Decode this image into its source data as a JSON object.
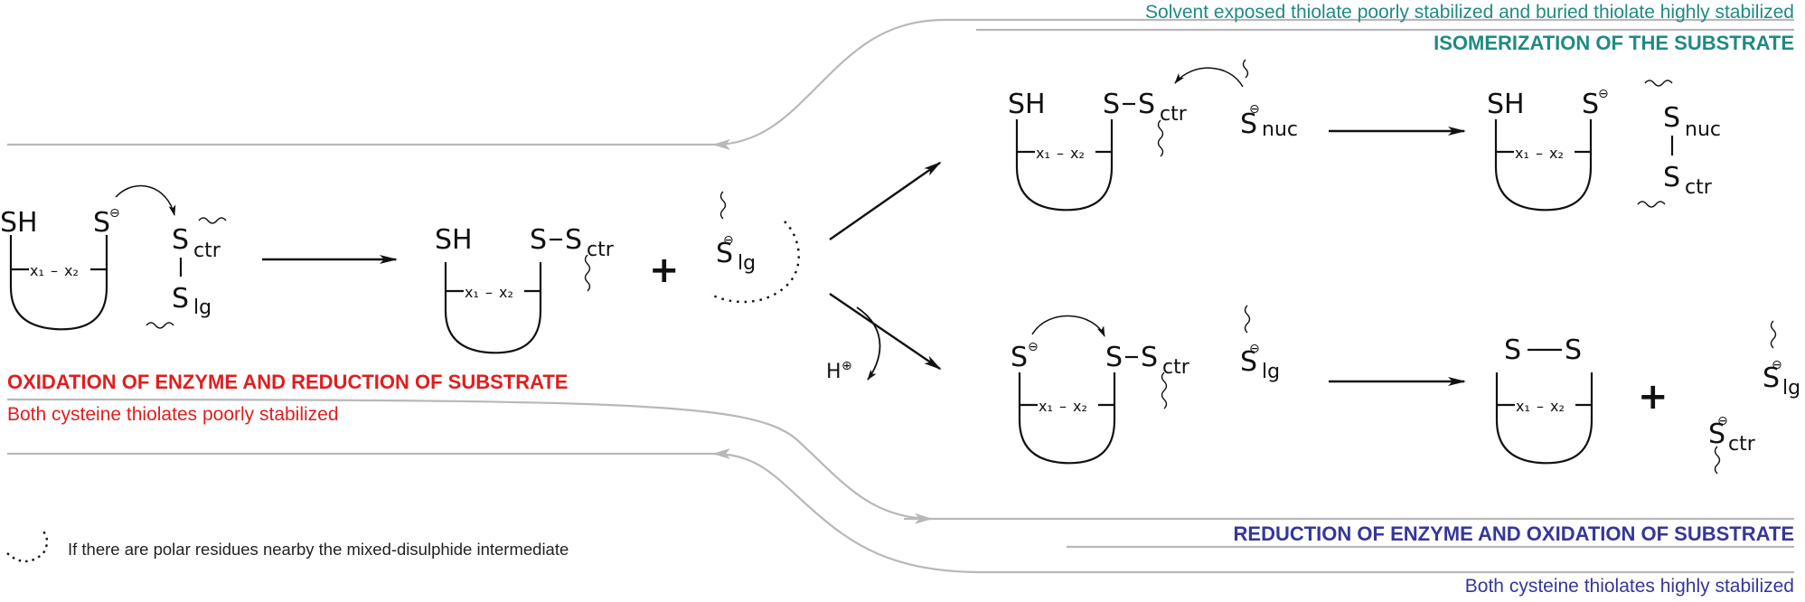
{
  "labels": {
    "isomerization_desc": "Solvent exposed thiolate poorly stabilized and buried thiolate highly stabilized",
    "isomerization_title": "ISOMERIZATION OF THE SUBSTRATE",
    "oxidation_title": "OXIDATION OF ENZYME AND REDUCTION OF SUBSTRATE",
    "oxidation_desc": "Both cysteine thiolates poorly stabilized",
    "reduction_title": "REDUCTION OF ENZYME AND OXIDATION OF SUBSTRATE",
    "reduction_desc": "Both cysteine thiolates highly stabilized",
    "legend_note": "If there are polar residues nearby the mixed-disulphide intermediate"
  },
  "atoms": {
    "sh": "SH",
    "s": "S",
    "minus": "⊖",
    "dash": "–",
    "x1": "x₁",
    "x2": "x₂",
    "ctr": "ctr",
    "lg": "lg",
    "nuc": "nuc",
    "h": "H",
    "hplus": "⊕",
    "plus": "+"
  },
  "colors": {
    "teal": "#1f8a83",
    "red": "#e01e1e",
    "blue": "#35379a",
    "guide": "#b8b8b8"
  }
}
